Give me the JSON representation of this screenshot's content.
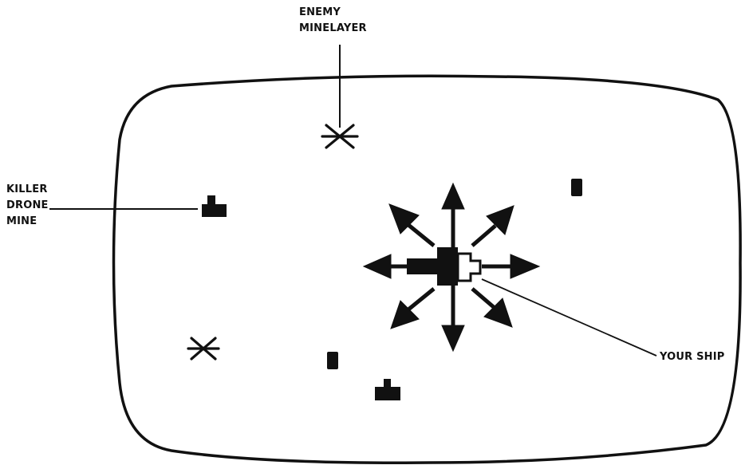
{
  "labels": {
    "enemy_minelayer": [
      "ENEMY",
      "MINELAYER"
    ],
    "killer_drone_mine": [
      "KILLER",
      "DRONE",
      "MINE"
    ],
    "your_ship": "YOUR SHIP"
  },
  "colors": {
    "ink": "#111111",
    "background": "#ffffff"
  },
  "icons": {
    "enemy_minelayer": "asterisk-cross-icon",
    "killer_drone_mine": "stepped-block-icon",
    "small_mine": "rounded-block-icon",
    "your_ship": "ship-icon",
    "direction": "arrow-icon"
  }
}
